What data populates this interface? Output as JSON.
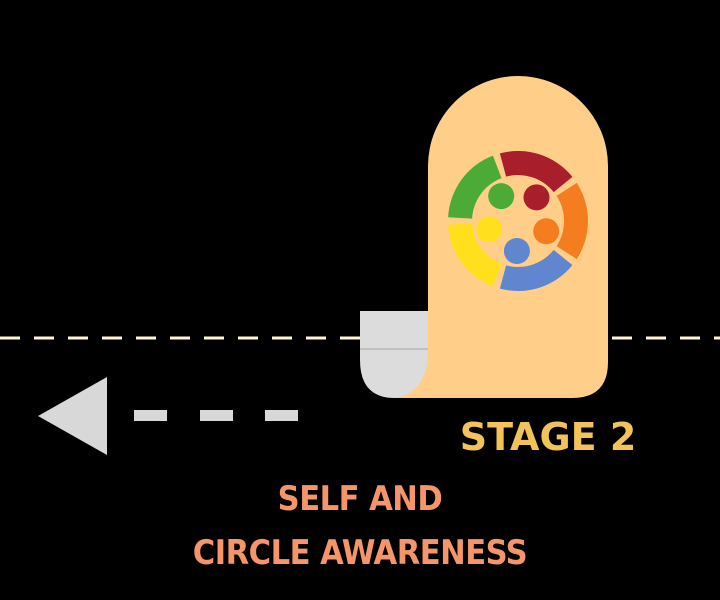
{
  "stage": {
    "label": "STAGE 2"
  },
  "caption": {
    "line1": "SELF AND",
    "line2": "CIRCLE AWARENESS"
  },
  "colors": {
    "background": "#000000",
    "timeline": "#FFF5D6",
    "scroll_body": "#FFCF8A",
    "scroll_curl": "#DCDCDC",
    "arrow": "#D8D8D8",
    "stage_label": "#F2C35A",
    "caption": "#F7956A",
    "people": [
      "#A81E2A",
      "#F47D20",
      "#5F86CF",
      "#FFE01B",
      "#4CAA37"
    ]
  },
  "icons": {
    "back_arrow": "left-triangle-arrow-icon",
    "circle_of_people": "circle-of-people-icon",
    "scroll": "scroll-icon"
  }
}
